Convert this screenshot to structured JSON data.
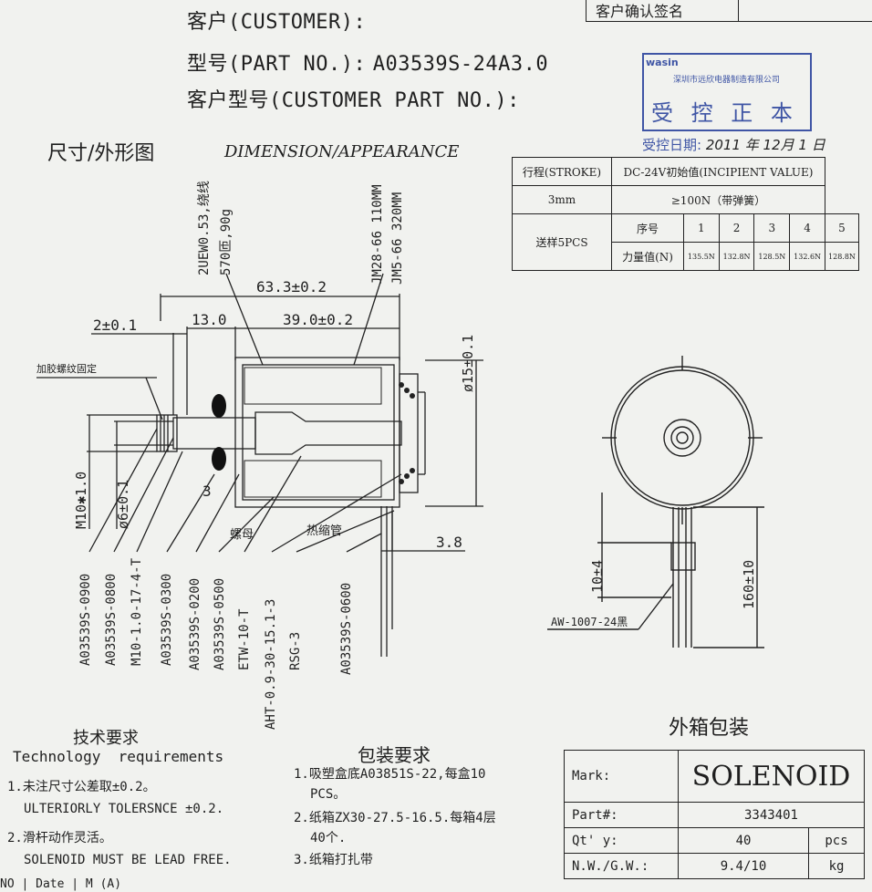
{
  "header": {
    "customer_label": "客户(CUSTOMER):",
    "part_no_label": "型号(PART NO.):",
    "part_no_value": "A03539S-24A3.0",
    "customer_part_label": "客户型号(CUSTOMER PART NO.):",
    "signature_box_label": "客户确认签名"
  },
  "stamp": {
    "logo": "wasin",
    "company": "深圳市远欣电器制造有限公司",
    "text": "受 控 正 本",
    "date_label": "受控日期:",
    "date_value": "2011 年 12月 1 日"
  },
  "section": {
    "title": "尺寸/外形图",
    "subtitle": "DIMENSION/APPEARANCE"
  },
  "spec_table": {
    "stroke_label": "行程(STROKE)",
    "force_header": "DC-24V初始值(INCIPIENT VALUE)",
    "stroke_value": "3mm",
    "force_value": "≥100N（带弹簧）",
    "sample_label": "送样5PCS",
    "seq_label": "序号",
    "seq": [
      "1",
      "2",
      "3",
      "4",
      "5"
    ],
    "force_row_label": "力量值(N)",
    "forces": [
      "135.5N",
      "132.8N",
      "128.5N",
      "132.6N",
      "128.8N"
    ]
  },
  "drawing": {
    "wire_spec_1": "2UEW0.53,绕线",
    "wire_spec_2": "570匝,90g",
    "jm_spec_1": "JM28-66  110MM",
    "jm_spec_2": "JM5-66   320MM",
    "dim_overall": "63.3±0.2",
    "dim_2": "2±0.1",
    "dim_13": "13.0",
    "dim_39": "39.0±0.2",
    "dim_dia15": "ø15±0.1",
    "dim_dia6": "ø6±0.1",
    "dim_m10": "M10✱1.0",
    "dim_3": "3",
    "dim_3_8": "3.8",
    "dim_10": "10±4",
    "dim_160": "160±10",
    "glue_note": "加胶螺纹固定",
    "nut_label": "螺母",
    "sleeve_label": "热缩管",
    "wire_label": "AW-1007-24黑",
    "parts": [
      "A03539S-0900",
      "A03539S-0800",
      "M10-1.0-17-4-T",
      "A03539S-0300",
      "A03539S-0200",
      "A03539S-0500",
      "ETW-10-T",
      "AHT-0.9-30-15.1-3",
      "RSG-3",
      "A03539S-0600"
    ]
  },
  "tech": {
    "title_cn": "技术要求",
    "title_en": "Technology  requirements",
    "line1": "1.未注尺寸公差取±0.2。",
    "line1_en": "ULTERIORLY TOLERSNCE ±0.2.",
    "line2": "2.滑杆动作灵活。",
    "line2_en": "SOLENOID MUST BE LEAD FREE."
  },
  "packaging": {
    "title": "包装要求",
    "line1": "1.吸塑盒底A03851S-22,每盒10",
    "line1b": "PCS。",
    "line2": "2.纸箱ZX30-27.5-16.5.每箱4层",
    "line2b": "40个.",
    "line3": "3.纸箱打扎带"
  },
  "outer_box": {
    "title": "外箱包装",
    "mark_label": "Mark:",
    "mark_value": "SOLENOID",
    "part_label": "Part#:",
    "part_value": "3343401",
    "qty_label": "Qt' y:",
    "qty_value": "40",
    "qty_unit": "pcs",
    "weight_label": "N.W./G.W.:",
    "weight_value": "9.4/10",
    "weight_unit": "kg"
  },
  "footer_fragment": "NO | Date | M (A)"
}
